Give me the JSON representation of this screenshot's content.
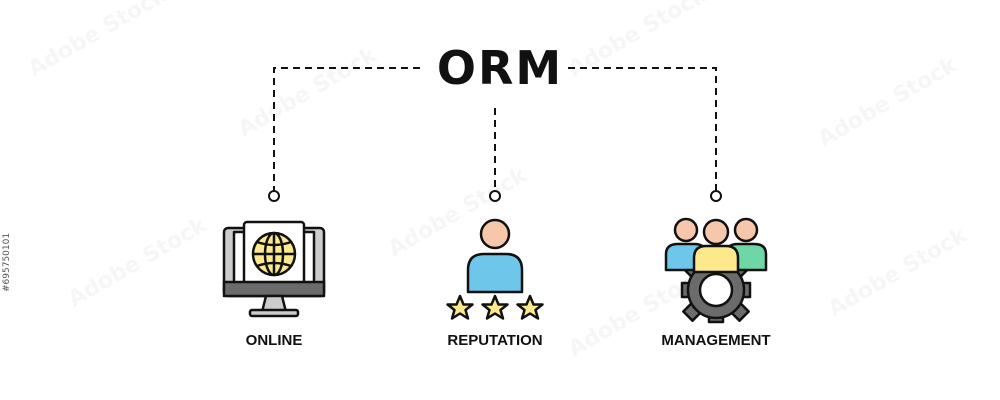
{
  "title": "ORM",
  "items": [
    {
      "label": "ONLINE",
      "icon": "monitor-globe-icon"
    },
    {
      "label": "REPUTATION",
      "icon": "person-stars-icon"
    },
    {
      "label": "MANAGEMENT",
      "icon": "team-gear-icon"
    }
  ],
  "watermark": {
    "text": "Adobe Stock",
    "code": "#695750101"
  },
  "colors": {
    "line": "#111111",
    "skin": "#f7c7ac",
    "blue": "#6ec6ea",
    "yellow": "#fbe98c",
    "green": "#6fd6a6",
    "gray": "#cccccc",
    "dark_gray": "#6b6b6b"
  }
}
